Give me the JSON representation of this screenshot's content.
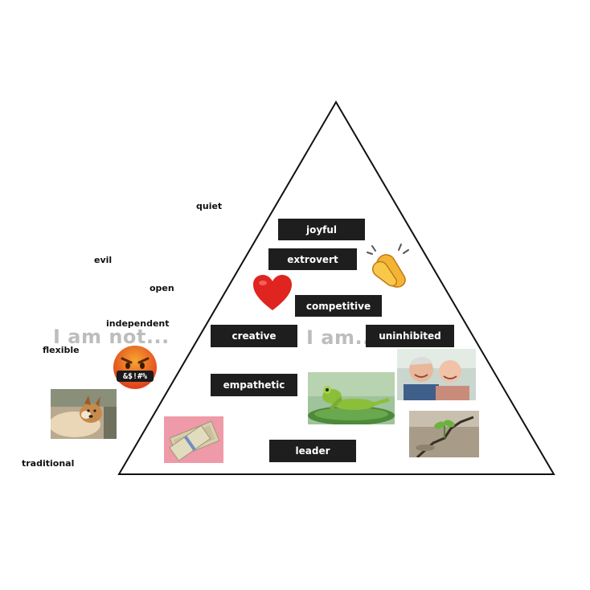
{
  "outside_words": {
    "quiet": "quiet",
    "evil": "evil",
    "open": "open",
    "independent": "independent",
    "flexible": "flexible",
    "traditional": "traditional"
  },
  "labels": {
    "i_am_not": "I am not...",
    "i_am": "I am..."
  },
  "tags": {
    "joyful": "joyful",
    "extrovert": "extrovert",
    "competitive": "competitive",
    "creative": "creative",
    "uninhibited": "uninhibited",
    "empathetic": "empathetic",
    "leader": "leader"
  },
  "emoji": {
    "angry_symbols": "&$!#%"
  },
  "icons": [
    "clapping-hands-icon",
    "red-heart-icon",
    "cursing-face-icon"
  ],
  "colors": {
    "tag_background": "#1e1e1e",
    "tag_text": "#ffffff",
    "faded_label": "#bdbdbd",
    "heart": "#e0241f",
    "emoji_face": "#e8541e"
  }
}
